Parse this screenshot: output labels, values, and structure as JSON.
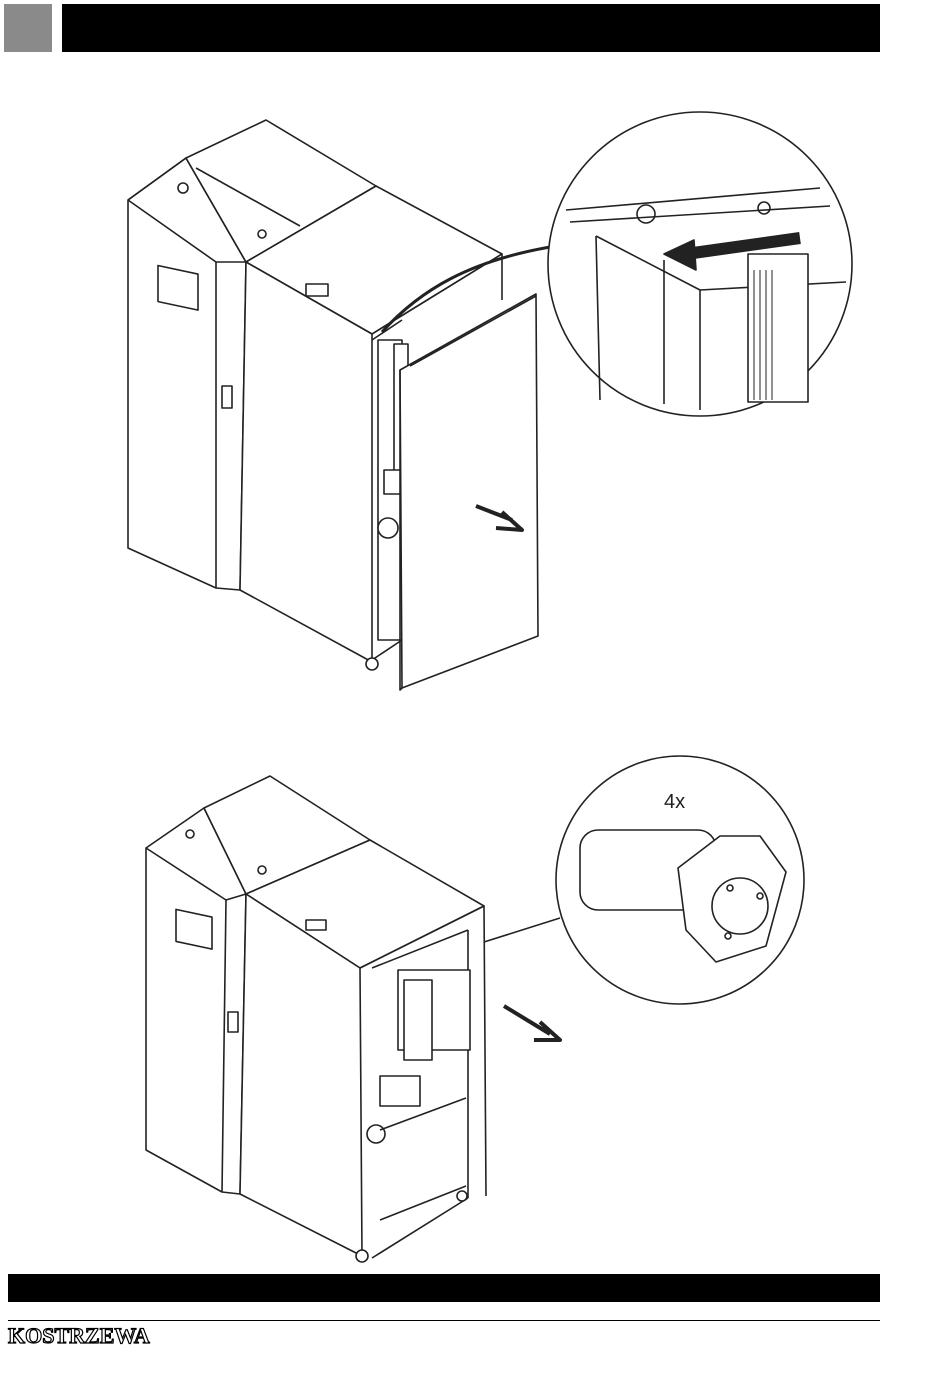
{
  "illustrations": [
    {
      "name": "boiler-side-panel-removal",
      "detail_callout": ""
    },
    {
      "name": "boiler-bolts-removal",
      "detail_callout": "4x"
    }
  ],
  "footer": {
    "brand": "KOSTRZEWA"
  },
  "colors": {
    "bar": "#000000",
    "square": "#8a8a8a",
    "line": "#222222"
  }
}
